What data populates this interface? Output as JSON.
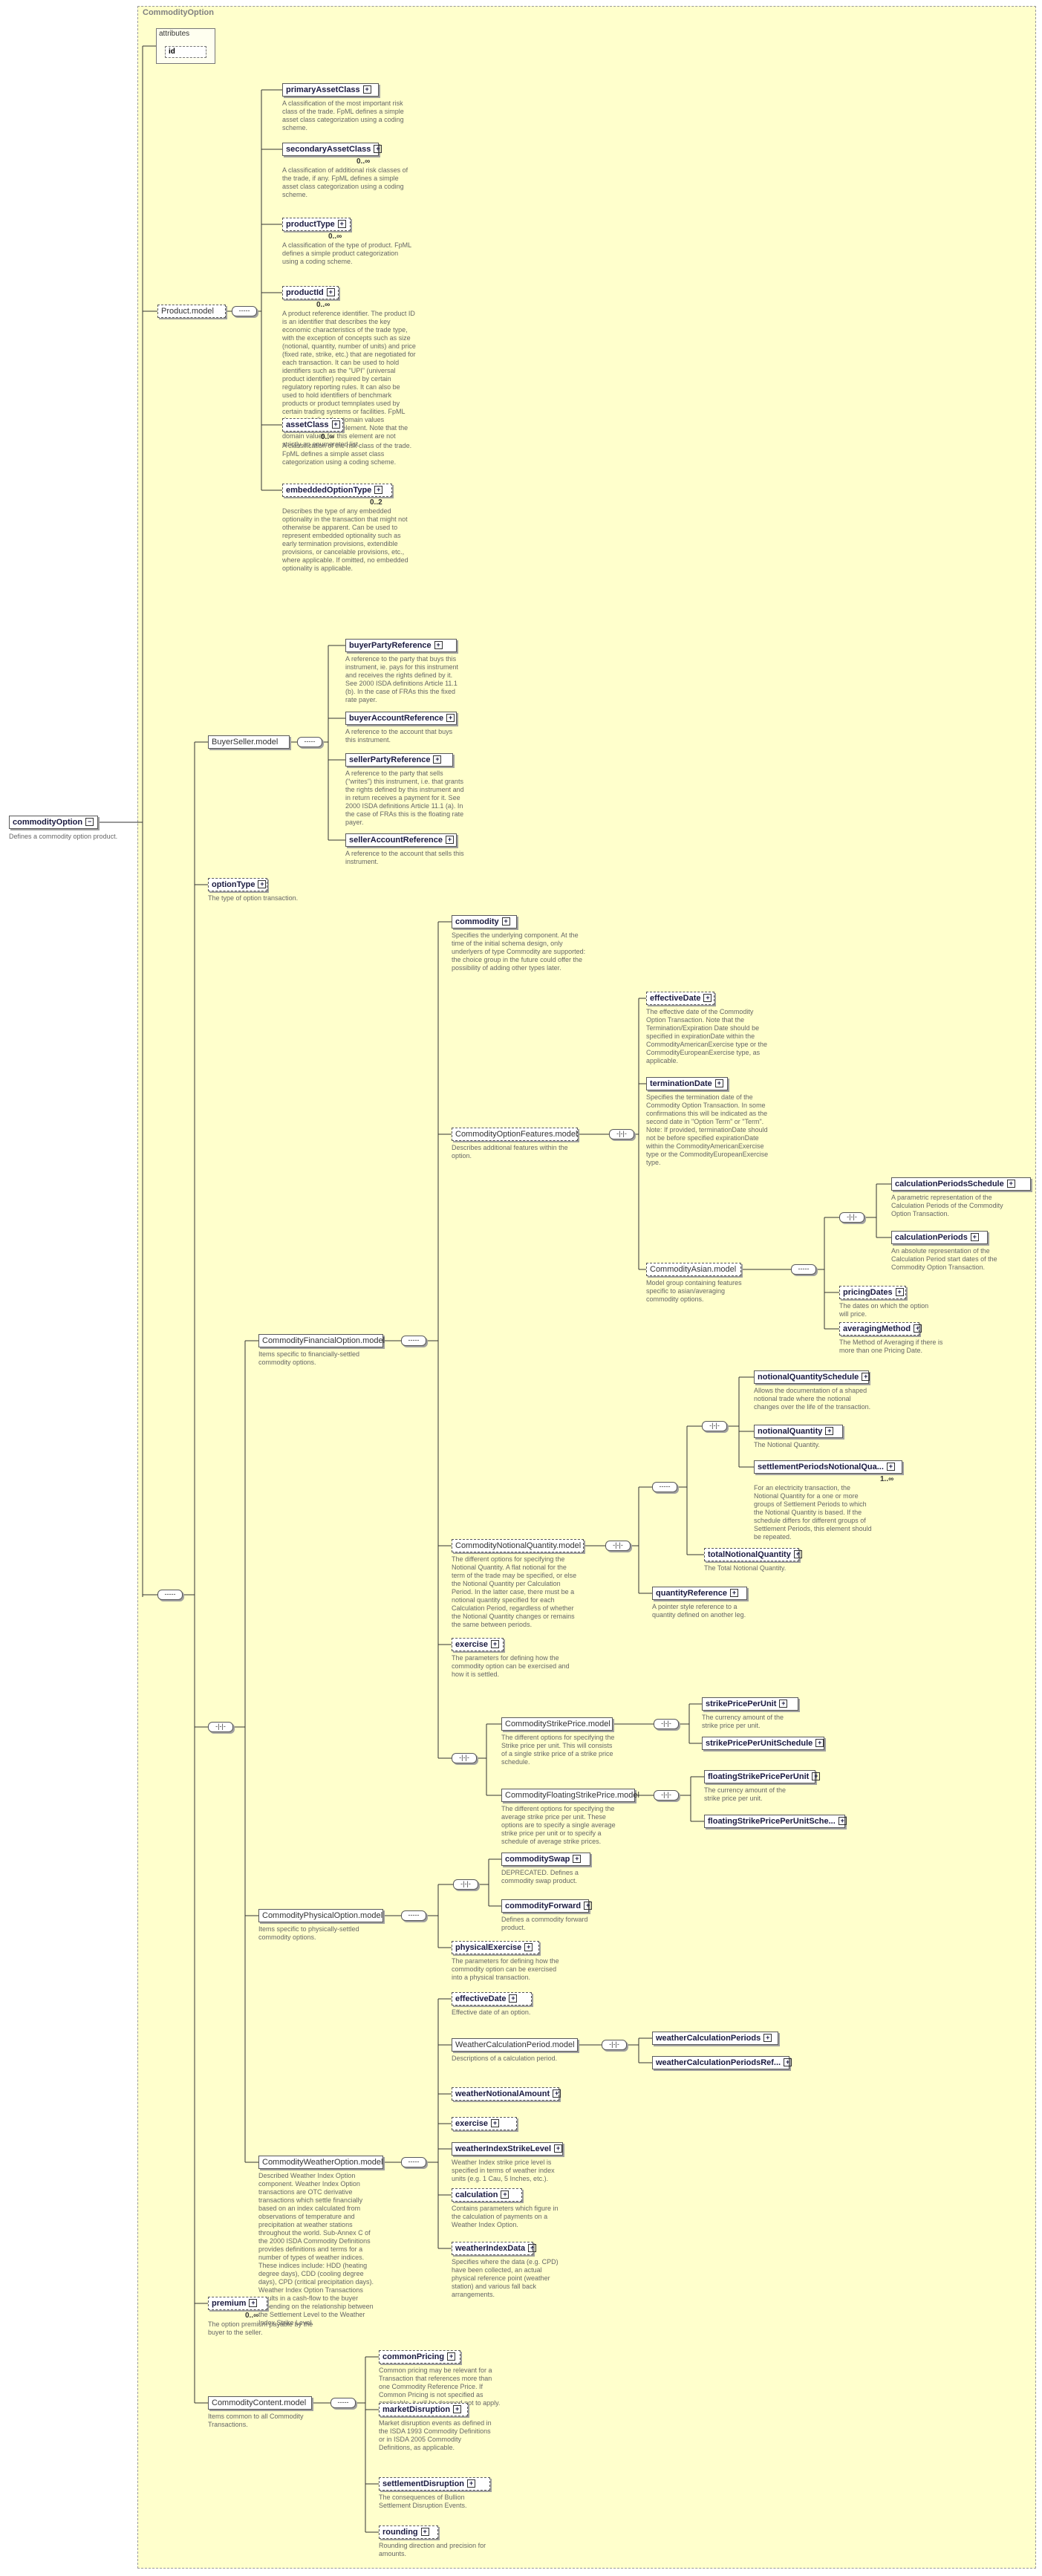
{
  "diagram": {
    "container_title": "CommodityOption",
    "root": {
      "label": "commodityOption",
      "desc": "Defines a commodity option product."
    },
    "attributes": {
      "title": "attributes",
      "items": [
        "id"
      ]
    },
    "compositors": {
      "sequence": "-----",
      "choice": "-|-|-"
    },
    "nodes": [
      {
        "label": "Product.model",
        "desc": ""
      },
      {
        "label": "primaryAssetClass",
        "desc": "A classification of the most important risk class of the trade. FpML defines a simple asset class categorization using a coding scheme."
      },
      {
        "label": "secondaryAssetClass",
        "card": "0..∞",
        "desc": "A classification of additional risk classes of the trade, if any. FpML defines a simple asset class categorization using a coding scheme."
      },
      {
        "label": "productType",
        "card": "0..∞",
        "desc": "A classification of the type of product. FpML defines a simple product categorization using a coding scheme."
      },
      {
        "label": "productId",
        "card": "0..∞",
        "desc": "A product reference identifier. The product ID is an identifier that describes the key economic characteristics of the trade type, with the exception of concepts such as size (notional, quantity, number of units) and price (fixed rate, strike, etc.) that are negotiated for each transaction. It can be used to hold identifiers such as the \"UPI\" (universal product identifier) required by certain regulatory reporting rules. It can also be used to hold identifiers of benchmark products or product temnplates used by certain trading systems or facilities. FpML does not define the domain values associated with this element. Note that the domain values for this element are not strictly an enumerated list."
      },
      {
        "label": "assetClass",
        "card": "0..∞",
        "desc": "A classification of the risk class of the trade. FpML defines a simple asset class categorization using a coding scheme."
      },
      {
        "label": "embeddedOptionType",
        "card": "0..2",
        "desc": "Describes the type of any embedded optionality in the transaction that might not otherwise be apparent. Can be used to represent embedded optionality such as early termination provisions, extendible provisions, or cancelable provisions, etc., where applicable. If omitted, no embedded optionality is applicable."
      },
      {
        "label": "BuyerSeller.model",
        "desc": ""
      },
      {
        "label": "buyerPartyReference",
        "desc": "A reference to the party that buys this instrument, ie. pays for this instrument and receives the rights defined by it. See 2000 ISDA definitions Article 11.1 (b). In the case of FRAs this the fixed rate payer."
      },
      {
        "label": "buyerAccountReference",
        "desc": "A reference to the account that buys this instrument."
      },
      {
        "label": "sellerPartyReference",
        "desc": "A reference to the party that sells (\"writes\") this instrument, i.e. that grants the rights defined by this instrument and in return receives a payment for it. See 2000 ISDA definitions Article 11.1 (a). In the case of FRAs this is the floating rate payer."
      },
      {
        "label": "sellerAccountReference",
        "desc": "A reference to the account that sells this instrument."
      },
      {
        "label": "optionType",
        "desc": "The type of option transaction."
      },
      {
        "label": "commodity",
        "desc": "Specifies the underlying component. At the time of the initial schema design, only underlyers of type Commodity are supported: the choice group in the future could offer the possibility of adding other types later."
      },
      {
        "label": "CommodityOptionFeatures.model",
        "desc": "Describes additional features within the option."
      },
      {
        "label": "effectiveDate",
        "desc": "The effective date of the Commodity Option Transaction. Note that the Termination/Expiration Date should be specified in expirationDate within the CommodityAmericanExercise type or the CommodityEuropeanExercise type, as applicable."
      },
      {
        "label": "terminationDate",
        "desc": "Specifies the termination date of the Commodity Option Transaction. In some confirmations this will be indicated as the second date in \"Option Term\" or \"Term\". Note: If provided, terminationDate should not be before specified expirationDate within the CommodityAmericanExercise type or the CommodityEuropeanExercise type."
      },
      {
        "label": "CommodityAsian.model",
        "desc": "Model group containing features specific to asian/averaging commodity options."
      },
      {
        "label": "calculationPeriodsSchedule",
        "desc": "A parametric representation of the Calculation Periods of the Commodity Option Transaction."
      },
      {
        "label": "calculationPeriods",
        "desc": "An absolute representation of the Calculation Period start dates of the Commodity Option Transaction."
      },
      {
        "label": "pricingDates",
        "desc": "The dates on which the option will price."
      },
      {
        "label": "averagingMethod",
        "desc": "The Method of Averaging if there is more than one Pricing Date."
      },
      {
        "label": "CommodityFinancialOption.model",
        "desc": "Items specific to financially-settled commodity options."
      },
      {
        "label": "notionalQuantitySchedule",
        "desc": "Allows the documentation of a shaped notional trade where the notional changes over the life of the transaction."
      },
      {
        "label": "notionalQuantity",
        "desc": "The Notional Quantity."
      },
      {
        "label": "settlementPeriodsNotionalQua...",
        "card": "1..∞",
        "desc": "For an electricity transaction, the Notional Quantity for a one or more groups of Settlement Periods to which the Notional Quantity is based. If the schedule differs for different groups of Settlement Periods, this element should be repeated."
      },
      {
        "label": "totalNotionalQuantity",
        "desc": "The Total Notional Quantity."
      },
      {
        "label": "quantityReference",
        "desc": "A pointer style reference to a quantity defined on another leg."
      },
      {
        "label": "CommodityNotionalQuantity.model",
        "desc": "The different options for specifying the Notional Quantity. A flat notional for the term of the trade may be specified, or else the Notional Quantity per Calculation Period. In the latter case, there must be a notional quantity specified for each Calculation Period, regardless of whether the Notional Quantity changes or remains the same between periods."
      },
      {
        "label": "exercise",
        "desc": "The parameters for defining how the commodity option can be exercised and how it is settled."
      },
      {
        "label": "CommodityStrikePrice.model",
        "desc": "The different options for specifying the Strike price per unit. This will consists of a single strike price of a strike price schedule."
      },
      {
        "label": "strikePricePerUnit",
        "desc": "The currency amount of the strike price per unit."
      },
      {
        "label": "strikePricePerUnitSchedule",
        "desc": ""
      },
      {
        "label": "CommodityFloatingStrikePrice.model",
        "desc": "The different options for specifying the average strike price per unit. These options are to specify a single average strike price per unit or to specify a schedule of average strike prices."
      },
      {
        "label": "floatingStrikePricePerUnit",
        "desc": "The currency amount of the strike price per unit."
      },
      {
        "label": "floatingStrikePricePerUnitSche...",
        "desc": ""
      },
      {
        "label": "CommodityPhysicalOption.model",
        "desc": "Items specific to physically-settled commodity options."
      },
      {
        "label": "commoditySwap",
        "desc": "DEPRECATED. Defines a commodity swap product."
      },
      {
        "label": "commodityForward",
        "desc": "Defines a commodity forward product."
      },
      {
        "label": "physicalExercise",
        "desc": "The parameters for defining how the commodity option can be exercised into a physical transaction."
      },
      {
        "label": "CommodityWeatherOption.model",
        "desc": "Described Weather Index Option component. Weather Index Option transactions are OTC derivative transactions which settle financially based on an index calculated from observations of temperature and precipitation at weather stations throughout the world. Sub-Annex C of the 2000 ISDA Commodity Definitions provides definitions and terms for a number of types of weather indices. These indices include: HDD (heating degree days), CDD (cooling degree days), CPD (critical precipitation days). Weather Index Option Transactions results in a cash-flow to the buyer depending on the relationship between the Settlement Level to the Weather Index Strike Level."
      },
      {
        "label": "effectiveDate",
        "desc": "Effective date of an option."
      },
      {
        "label": "WeatherCalculationPeriod.model",
        "desc": "Descriptions of a calculation period."
      },
      {
        "label": "weatherCalculationPeriods",
        "desc": ""
      },
      {
        "label": "weatherCalculationPeriodsRef...",
        "desc": ""
      },
      {
        "label": "weatherNotionalAmount",
        "desc": ""
      },
      {
        "label": "exercise",
        "desc": ""
      },
      {
        "label": "weatherIndexStrikeLevel",
        "desc": "Weather Index strike price level is specified in terms of weather index units (e.g. 1 Cau, 5 Inches, etc.)."
      },
      {
        "label": "calculation",
        "desc": "Contains parameters which figure in the calculation of payments on a Weather Index Option."
      },
      {
        "label": "weatherIndexData",
        "desc": "Specifies where the data (e.g. CPD) have been collected, an actual physical reference point (weather station) and various fall back arrangements."
      },
      {
        "label": "premium",
        "card": "0..∞",
        "desc": "The option premium payable by the buyer to the seller."
      },
      {
        "label": "CommodityContent.model",
        "desc": "Items common to all Commodity Transactions."
      },
      {
        "label": "commonPricing",
        "desc": "Common pricing may be relevant for a Transaction that references more than one Commodity Reference Price. If Common Pricing is not specified as applicable, it will be deemed not to apply."
      },
      {
        "label": "marketDisruption",
        "desc": "Market disruption events as defined in the ISDA 1993 Commodity Definitions or in ISDA 2005 Commodity Definitions, as applicable."
      },
      {
        "label": "settlementDisruption",
        "desc": "The consequences of Bullion Settlement Disruption Events."
      },
      {
        "label": "rounding",
        "desc": "Rounding direction and precision for amounts."
      }
    ]
  }
}
